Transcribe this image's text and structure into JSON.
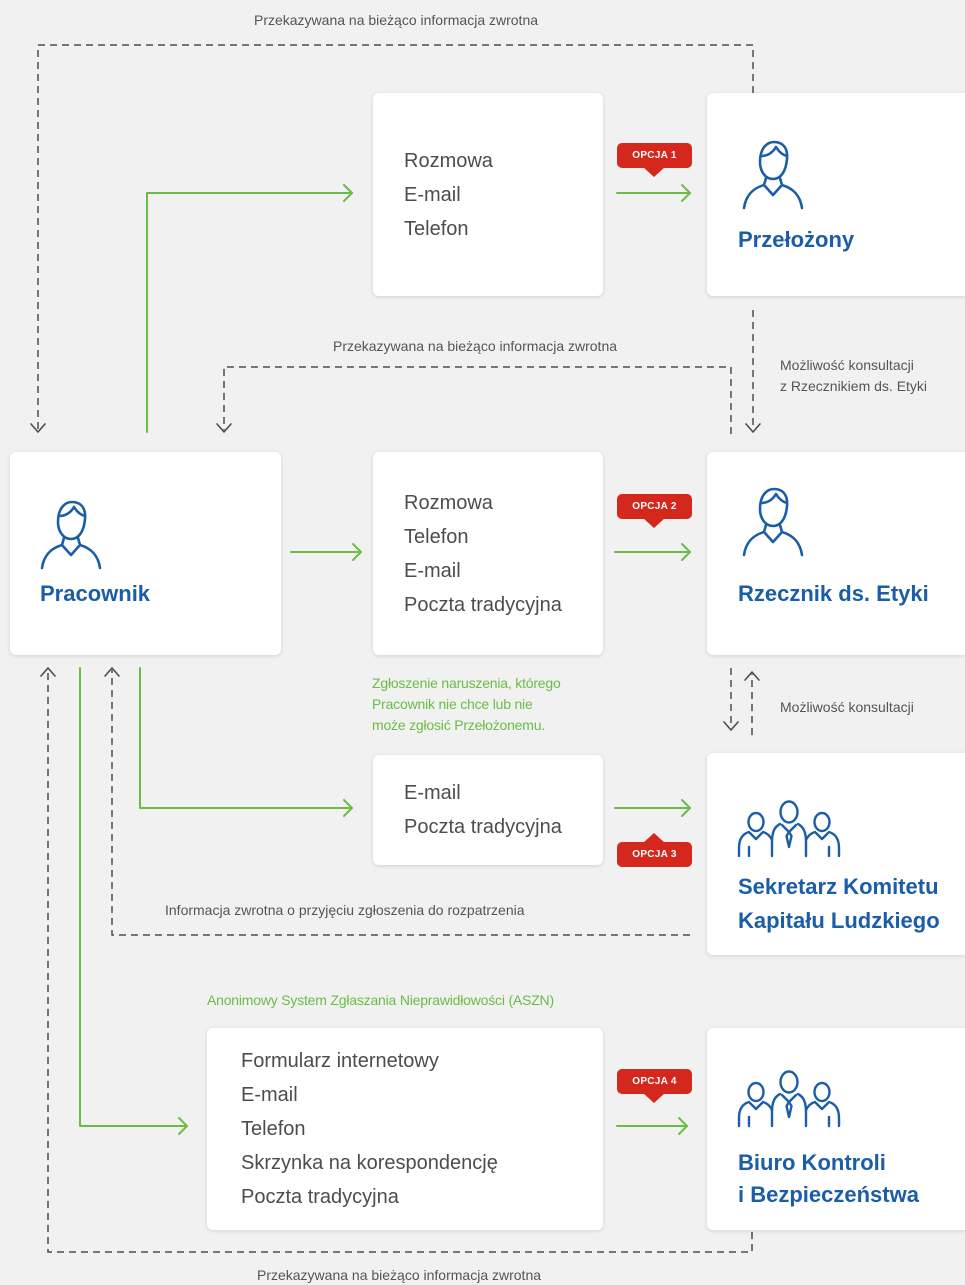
{
  "diagram": {
    "feedback_top": "Przekazywana na bieżąco informacja zwrotna",
    "feedback_middle": "Przekazywana na bieżąco informacja zwrotna",
    "feedback_bottom": "Przekazywana na bieżąco informacja zwrotna",
    "feedback_receipt": "Informacja zwrotna o przyjęciu zgłoszenia do rozpatrzenia",
    "consult_ethics": [
      "Możliwość konsultacji",
      "z Rzecznikiem ds. Etyki"
    ],
    "consult_general": "Możliwość konsultacji",
    "bypass_note": [
      "Zgłoszenie naruszenia, którego",
      "Pracownik nie chce lub nie",
      "może zgłosić Przełożonemu."
    ],
    "aszn_label": "Anonimowy System Zgłaszania Nieprawidłowości (ASZN)"
  },
  "employee": {
    "title": "Pracownik",
    "icon": "person-icon"
  },
  "options": [
    {
      "badge": "OPCJA 1",
      "channels": [
        "Rozmowa",
        "E-mail",
        "Telefon"
      ],
      "recipient": [
        "Przełożony"
      ],
      "recipient_icon": "person-icon"
    },
    {
      "badge": "OPCJA 2",
      "channels": [
        "Rozmowa",
        "Telefon",
        "E-mail",
        "Poczta tradycyjna"
      ],
      "recipient": [
        "Rzecznik ds. Etyki"
      ],
      "recipient_icon": "person-icon"
    },
    {
      "badge": "OPCJA 3",
      "channels": [
        "E-mail",
        "Poczta tradycyjna"
      ],
      "recipient": [
        "Sekretarz Komitetu",
        "Kapitału Ludzkiego"
      ],
      "recipient_icon": "group-icon"
    },
    {
      "badge": "OPCJA 4",
      "channels": [
        "Formularz internetowy",
        "E-mail",
        "Telefon",
        "Skrzynka na korespondencję",
        "Poczta tradycyjna"
      ],
      "recipient": [
        "Biuro Kontroli",
        "i Bezpieczeństwa"
      ],
      "recipient_icon": "group-icon"
    }
  ],
  "colors": {
    "background": "#f1f1f1",
    "box": "#ffffff",
    "title_blue": "#1b5da7",
    "flow_green": "#6bbc45",
    "badge_red": "#d4281d",
    "feedback_dashed": "#4d4d4d",
    "text": "#4d4d4d"
  }
}
